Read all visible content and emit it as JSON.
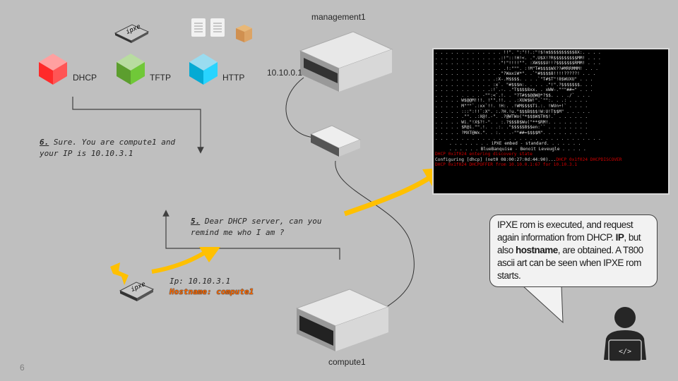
{
  "services": [
    {
      "label": "DHCP",
      "color": "#ff3b3b"
    },
    {
      "label": "TFTP",
      "color": "#6cbf3a"
    },
    {
      "label": "HTTP",
      "color": "#1ec8f0"
    }
  ],
  "chip_label": "ipxe",
  "management": {
    "label": "management1",
    "ip": "10.10.0.1"
  },
  "compute": {
    "label": "compute1"
  },
  "step6": {
    "num": "6.",
    "line1": " Sure. You are compute1 and",
    "line2": "your IP is 10.10.3.1"
  },
  "step5": {
    "num": "5.",
    "line1": " Dear DHCP server, can you",
    "line2": "remind me who I am ?"
  },
  "result": {
    "ip": "Ip: 10.10.3.1",
    "hostname": "Hostname: compute1"
  },
  "terminal": {
    "art": [
      ". . . . . . . . . . . . . !!\". \":\"!!.:\"!$!m$$$$$$$$$$8X:. . . .",
      ". . . . . . . . . . . . .:!\"::!H!<. .\".U$X!?R$$$$$$$$$MM! . . .",
      ". . . . . . . . . . . . .\"!\"!!!!\"\". :XW$$$U!!?$$$$$$$RMM! . . .",
      ". . . . . . . . . . . . . .!:\"\"\". :!M\"T#$$$$WX??#MRRMMM! . . .",
      ". . . . . . . . . . . . .\"?WaxiW*\". .`\"#$$$$8!!!!?????! . . .",
      ". . . . . . . . . . . .:X-.M$$$$. . . .`\"T#$T\"!8$WUXU\" . . .",
      ". . . . . . . . . . . :x`. \"#$$$m:. . . . .\"!\".?$$$$$$$. . .",
      ". . . . . . . . . . .:!`.-. .\"T$$$$8xx. . xWW-.\"\"\"##=\" . . .",
      ". . . . . . . . . -\"\":<`.!. . \"?T#$$@@W@*?$$. . . ./` . . .",
      ". . . . . W$@@M!!!. !\"\".!!. . .:XUW$W!\".`\"\":. . .: . . . .",
      ". . . . . M\"\"\"`.:xx`!!. !H:. .!WM$$$$Ti.:. !WUn+!` . . . .",
      ". . . . . :::\":!!`:X\". :.?H.!u.\"$$$B$$$!W:U!T$$M\" . . . . .",
      ". . . . . .\"\". .:X@!.-\". .?@WTWo(\"*$$$W$TH$!.` . . . . . .",
      ". . . . . Wi.\"!X$?!-\". . :.?$$$B$Wu(\"**$RM!. . . . . . . .",
      ". . . . . $R@i.\"\".!. . .:. .\"$$$$$B$$en:`` . . . . . . . .",
      ". . . . . ?MXT@Wx.\". . :. . .-\"\"##=$$$$M\". . . . . . . . .",
      ". . . . . . . . . . . . . . . . . . . . . . . . . . . . . . . ."
    ],
    "banner1": ". . . . . . . . iPXE embed - standard. . . . . . .",
    "banner2": ". . . . . . BlueBanquise - Benoit Leveugle . . . . .",
    "log1": "DHCP 0x1f024 entering discovery state",
    "log2a": "Configuring [dhcp] (net0 08:00:27:0d:44:90)...",
    "log2b": "DHCP 0x1f024 DHCPDISCOVER",
    "log3": "DHCP 0x1f024 DHCPOFFER from 10.10.0.1:67 for 10.10.3.1"
  },
  "bubble": {
    "t1": "IPXE rom is executed, and request again information from DHCP. ",
    "b1": "IP",
    "t2": ", but also ",
    "b2": "hostname",
    "t3": ", are obtained. A T800 ascii art can be seen when IPXE rom starts."
  },
  "accent": "#ffc000",
  "page_number": "6"
}
